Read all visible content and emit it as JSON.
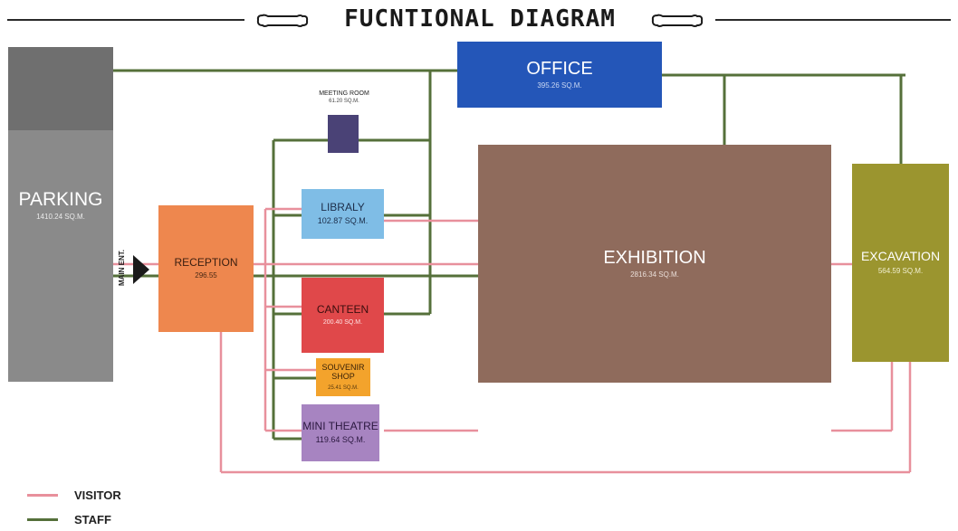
{
  "title": "FUCNTIONAL DIAGRAM",
  "colors": {
    "visitor": "#e8909c",
    "staff": "#55703a",
    "title_rule": "#2a2a2a"
  },
  "zones": {
    "parking": {
      "name": "PARKING",
      "area": "1410.24 SQ.M.",
      "color": "#8a8a8a",
      "header_color": "#6f6f6f"
    },
    "office": {
      "name": "OFFICE",
      "area": "395.26 SQ.M.",
      "color": "#2456b8"
    },
    "meeting": {
      "name": "MEETING ROOM",
      "area": "61.20 SQ.M.",
      "color": "#4a4276"
    },
    "library": {
      "name": "LIBRALY",
      "area": "102.87 SQ.M.",
      "color": "#7fbde6"
    },
    "reception": {
      "name": "RECEPTION",
      "area": "296.55",
      "color": "#ee874e"
    },
    "canteen": {
      "name": "CANTEEN",
      "area": "200.40 SQ.M.",
      "color": "#e0484a"
    },
    "souvenir": {
      "name": "SOUVENIR SHOP",
      "area": "25.41 SQ.M.",
      "color": "#f3a32c"
    },
    "theatre": {
      "name": "MINI THEATRE",
      "area": "119.64 SQ.M.",
      "color": "#a784c1"
    },
    "exhibition": {
      "name": "EXHIBITION",
      "area": "2816.34 SQ.M.",
      "color": "#8f6b5c"
    },
    "excavation": {
      "name": "EXCAVATION",
      "area": "564.59 SQ.M.",
      "color": "#9b952f"
    }
  },
  "main_entrance_label": "MAIN ENT.",
  "legend": [
    {
      "label": "VISITOR",
      "type": "visitor"
    },
    {
      "label": "STAFF",
      "type": "staff"
    }
  ]
}
